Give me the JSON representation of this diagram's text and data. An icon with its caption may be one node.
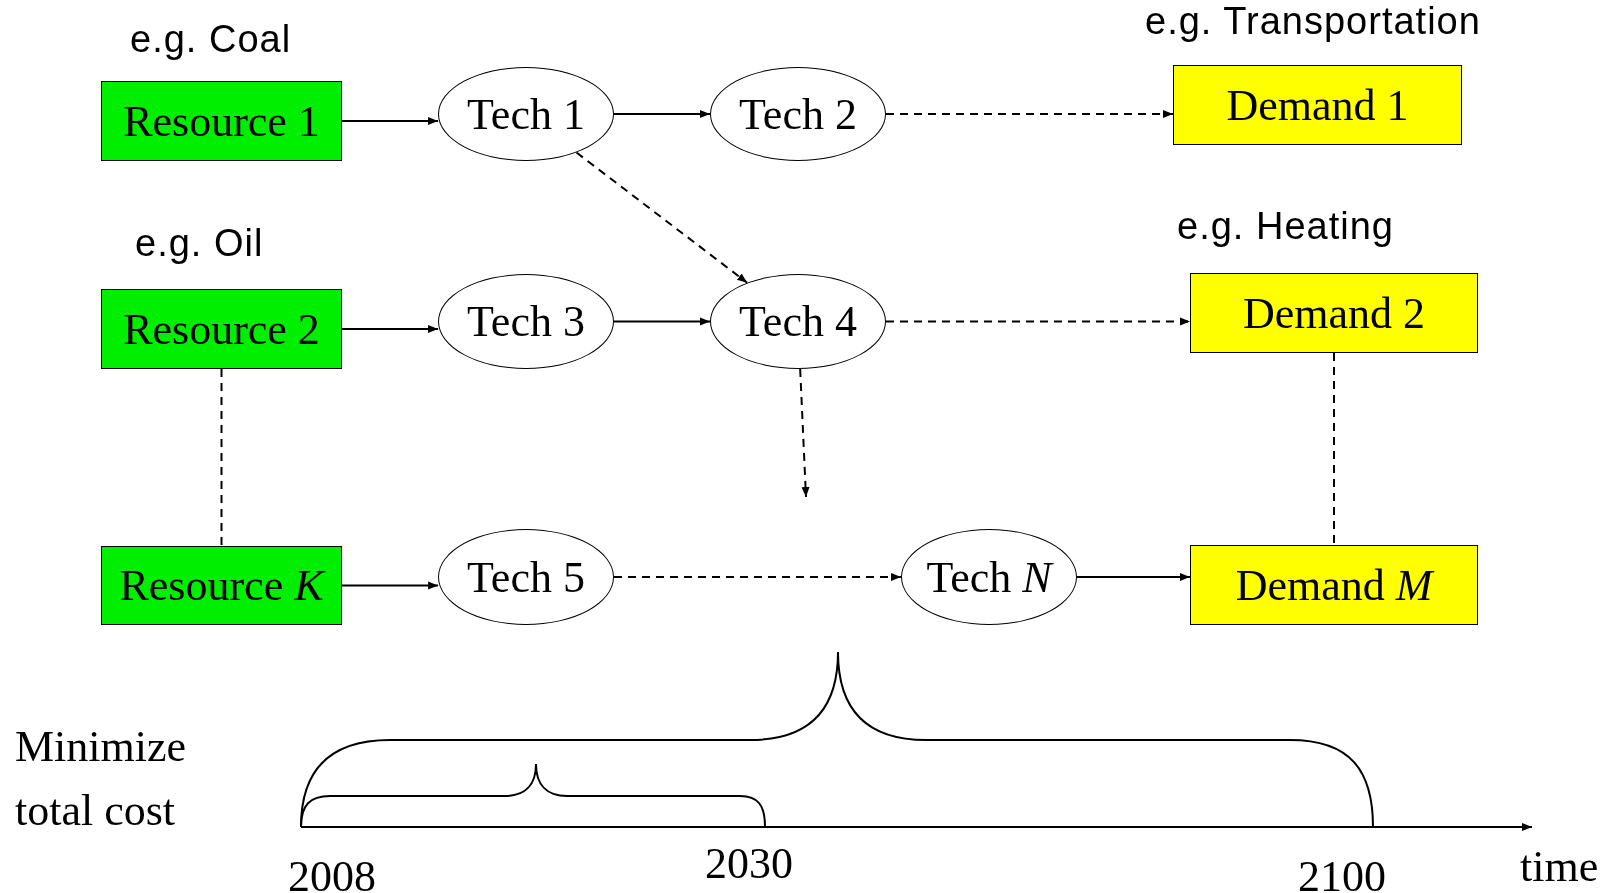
{
  "diagram": {
    "nodes": [
      {
        "text": [
          "Resource 1"
        ],
        "beside": [
          "e.g. Coal"
        ]
      },
      {
        "text": [
          "Tech 1"
        ]
      },
      {
        "text": [
          "Tech 2"
        ]
      },
      {
        "text": [
          "Demand 1"
        ],
        "beside": [
          "e.g. Transportation"
        ]
      },
      {
        "text": [
          "Resource 2"
        ],
        "beside": [
          "e.g. Oil"
        ]
      },
      {
        "text": [
          "Tech 3"
        ]
      },
      {
        "text": [
          "Tech 4"
        ]
      },
      {
        "text": [
          "Demand 2"
        ],
        "beside": [
          "e.g. Heating"
        ]
      },
      {
        "text": [
          "Resource *K*"
        ]
      },
      {
        "text": [
          "Tech 5"
        ]
      },
      {
        "text": [
          "Tech *N*"
        ]
      },
      {
        "text": [
          "Demand *M*"
        ]
      }
    ],
    "edges": [
      {
        "from": 0,
        "to": 1,
        "arrow": "to"
      },
      {
        "from": 1,
        "to": 2,
        "arrow": "to"
      },
      {
        "from": 2,
        "to": 3,
        "arrow": "to",
        "style": "dashed"
      },
      {
        "from": 1,
        "to": 6,
        "arrow": "to",
        "style": "dashed"
      },
      {
        "from": 4,
        "to": 5,
        "arrow": "to"
      },
      {
        "from": 5,
        "to": 6,
        "arrow": "to"
      },
      {
        "from": 6,
        "to": 7,
        "arrow": "to",
        "style": "dashed"
      },
      {
        "from": 4,
        "to": 8,
        "arrow": "none",
        "style": "dashed"
      },
      {
        "from": 7,
        "to": 11,
        "arrow": "none",
        "style": "dashed"
      },
      {
        "from": 6,
        "to": null,
        "arrow": "to",
        "style": "dashed"
      },
      {
        "from": 8,
        "to": 9,
        "arrow": "to"
      },
      {
        "from": 9,
        "to": 10,
        "arrow": "to",
        "style": "dashed"
      },
      {
        "from": 10,
        "to": 11,
        "arrow": "to"
      }
    ],
    "labels": [
      "Minimize total cost",
      "2008",
      "2030",
      "2100",
      "time"
    ]
  }
}
